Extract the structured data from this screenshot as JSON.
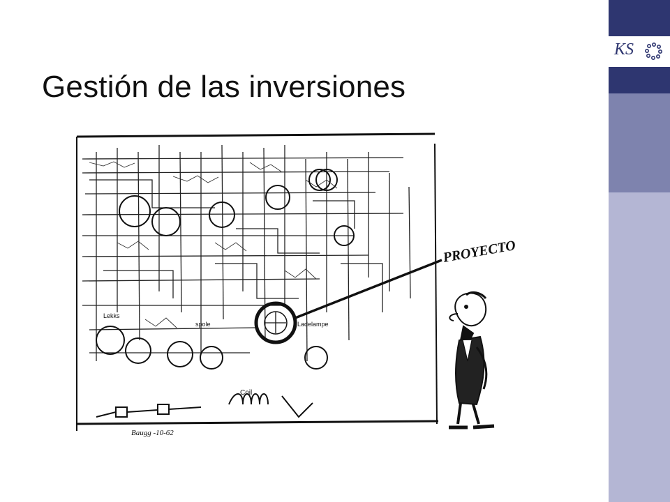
{
  "slide": {
    "title": "Gestión de las inversiones"
  },
  "branding": {
    "logo_text": "KS",
    "colors": {
      "dark_band": "#2e3670",
      "mid_band": "#7e83ae",
      "light_band": "#b4b6d4",
      "logo_bg": "#ffffff",
      "logo_ink": "#2e3670"
    }
  },
  "cartoon": {
    "label": "PROYECTO",
    "schematic_labels": [
      "Coil",
      "Ladelampe",
      "spole",
      "Lekks"
    ],
    "signature": "Baugg -10-62"
  }
}
